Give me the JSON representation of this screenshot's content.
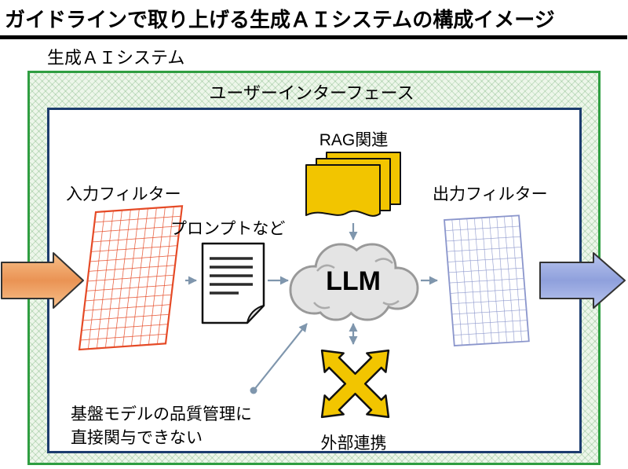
{
  "title": "ガイドラインで取り上げる生成ＡＩシステムの構成イメージ",
  "system": {
    "label": "生成ＡＩシステム"
  },
  "ui": {
    "label": "ユーザーインターフェース"
  },
  "nodes": {
    "rag_label": "RAG関連",
    "input_filter_label": "入力フィルター",
    "prompt_label": "プロンプトなど",
    "llm_label": "LLM",
    "output_filter_label": "出力フィルター",
    "external_label": "外部連携",
    "note_line1": "基盤モデルの品質管理に",
    "note_line2": "直接関与できない"
  },
  "icons": {
    "rag_docs_icon": "stacked-documents",
    "input_filter_icon": "grid-mesh",
    "prompt_doc_icon": "lined-page-folded-corner",
    "llm_icon": "cloud",
    "output_filter_icon": "grid-mesh",
    "external_icon": "four-way-arrows",
    "input_arrow_icon": "block-arrow-right",
    "output_arrow_icon": "block-arrow-right"
  },
  "colors": {
    "green_border": "#2f9e41",
    "green_bg": "#edf6ea",
    "inner_border": "#1d3c6e",
    "doc_yellow": "#f2c500",
    "grid_red": "#e54a26",
    "grid_blue": "#8b96cc",
    "cloud_fill": "#e4e4e4",
    "cloud_stroke": "#999999",
    "connector": "#7f96ad",
    "arrow_in": "#ea9354",
    "arrow_out": "#8fa0dc",
    "cross_yellow": "#f2c500",
    "title_rule": "#000000"
  }
}
